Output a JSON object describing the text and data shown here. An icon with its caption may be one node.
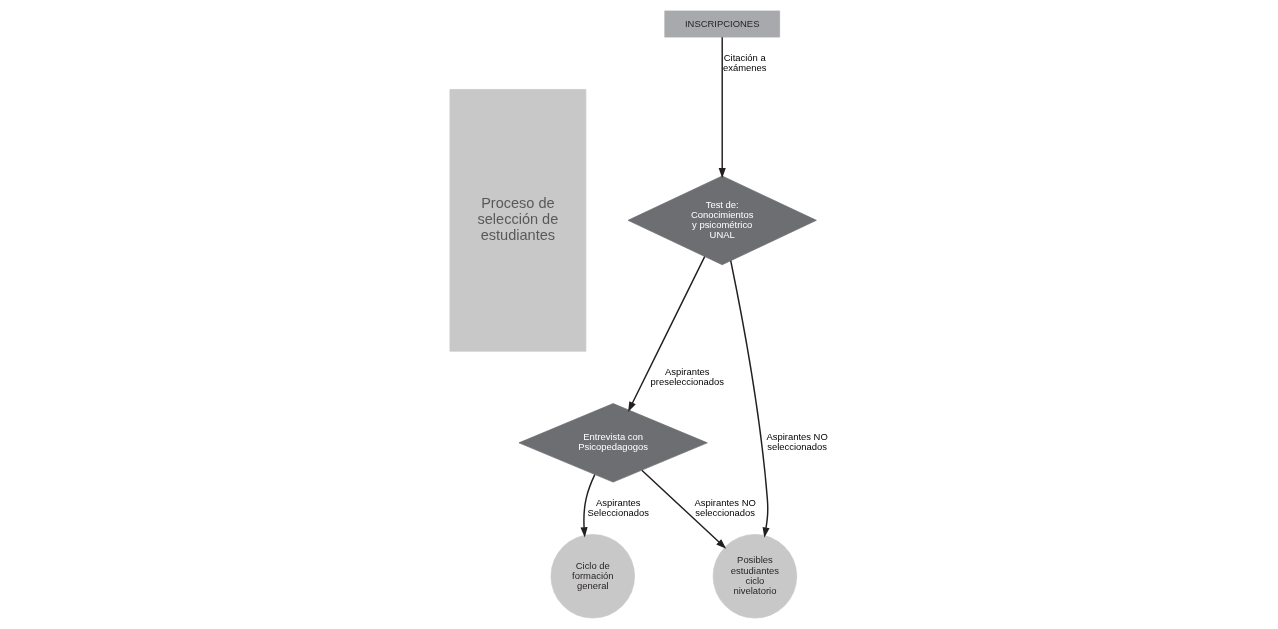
{
  "diagram": {
    "nodes": [
      {
        "text": [
          "Proceso de selección de estudiantes"
        ]
      },
      {
        "text": [
          "INSCRIPCIONES"
        ]
      },
      {
        "text": [
          "Test de: Conocimientos y psicométrico UNAL"
        ]
      },
      {
        "text": [
          "Entrevista con Psicopedagogos"
        ]
      },
      {
        "text": [
          "Posibles estudiantes ciclo nivelatorio"
        ]
      },
      {
        "text": [
          "Ciclo de formación general"
        ]
      }
    ],
    "edges": [
      {
        "from": 1,
        "to": 2,
        "arrow": "to",
        "label": "Citación a exámenes"
      },
      {
        "from": 2,
        "to": 3,
        "arrow": "to",
        "label": "Aspirantes preseleccionados"
      },
      {
        "from": 2,
        "to": 4,
        "arrow": "to",
        "label": "Aspirantes NO seleccionados"
      },
      {
        "from": 3,
        "to": 4,
        "arrow": "to",
        "label": "Aspirantes NO seleccionados"
      },
      {
        "from": 3,
        "to": 5,
        "arrow": "to",
        "label": "Aspirantes Seleccionados"
      }
    ]
  }
}
